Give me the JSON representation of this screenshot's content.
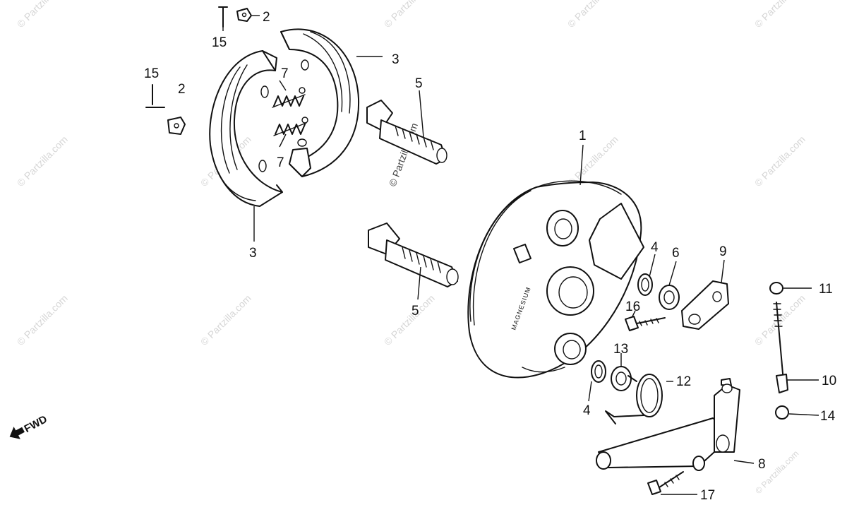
{
  "watermark": "© Partzilla.com",
  "direction_label": "FWD",
  "plate_emboss": "MAGNESIUM",
  "callouts": {
    "c1": "1",
    "c2a": "2",
    "c2b": "2",
    "c3a": "3",
    "c3b": "3",
    "c4a": "4",
    "c4b": "4",
    "c5a": "5",
    "c5b": "5",
    "c6": "6",
    "c7a": "7",
    "c7b": "7",
    "c8": "8",
    "c9": "9",
    "c10": "10",
    "c11": "11",
    "c12": "12",
    "c13": "13",
    "c14": "14",
    "c15a": "15",
    "c15b": "15",
    "c16": "16",
    "c17": "17"
  }
}
